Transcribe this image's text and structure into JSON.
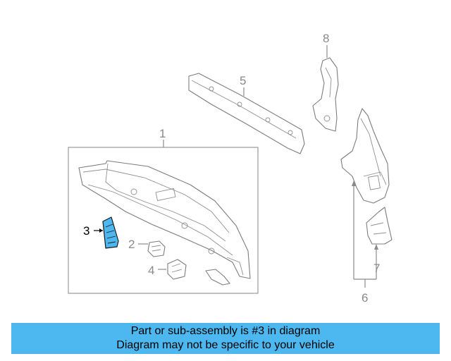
{
  "diagram": {
    "callouts": [
      "1",
      "2",
      "3",
      "4",
      "5",
      "6",
      "7",
      "8"
    ],
    "highlighted_part": "3",
    "highlight_color": "#4db8f0"
  },
  "banner": {
    "line1": "Part or sub-assembly is #3 in diagram",
    "line2": "Diagram may not be specific to your vehicle",
    "background": "#4db8f0"
  }
}
